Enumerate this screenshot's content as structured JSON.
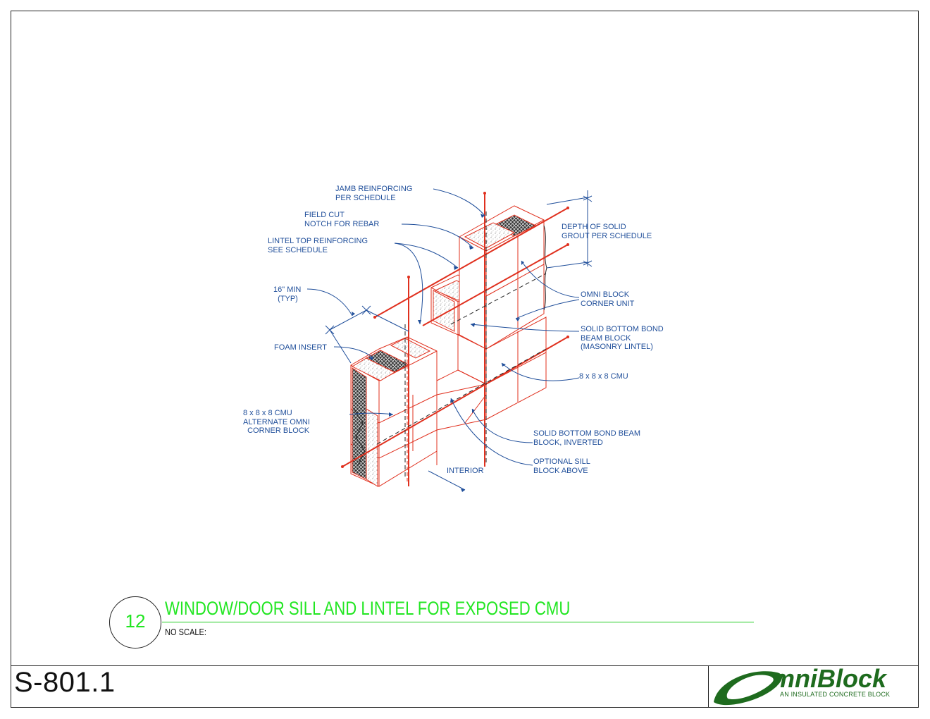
{
  "sheet": {
    "number": "S-801.1"
  },
  "detail": {
    "number": "12",
    "title": "WINDOW/DOOR SILL AND LINTEL FOR EXPOSED CMU",
    "scale": "NO SCALE:"
  },
  "logo": {
    "name": "OmniBlock",
    "name_text": "mniBlock",
    "tagline": "AN INSULATED CONCRETE BLOCK",
    "color": "#1e6b1e"
  },
  "callouts": {
    "jamb_reinforcing": "JAMB REINFORCING\nPER SCHEDULE",
    "field_cut": "FIELD CUT\nNOTCH FOR REBAR",
    "lintel_top": "LINTEL TOP REINFORCING\nSEE SCHEDULE",
    "min_16": "16\" MIN\n  (TYP)",
    "foam_insert": "FOAM INSERT",
    "cmu_alt": "8 x 8 x 8 CMU\nALTERNATE OMNI\n  CORNER BLOCK",
    "depth_grout": "DEPTH OF SOLID\nGROUT PER SCHEDULE",
    "omni_corner": "OMNI BLOCK\nCORNER UNIT",
    "solid_bottom": "SOLID BOTTOM BOND\nBEAM BLOCK\n(MASONRY LINTEL)",
    "cmu_888": "8 x 8 x 8 CMU",
    "solid_inverted": "SOLID BOTTOM BOND BEAM\nBLOCK, INVERTED",
    "optional_sill": "OPTIONAL SILL\nBLOCK ABOVE",
    "interior": "INTERIOR"
  },
  "colors": {
    "block_line": "#e0301e",
    "leader": "#1f4e9a",
    "title_green": "#22e622",
    "rebar": "#e0301e"
  }
}
